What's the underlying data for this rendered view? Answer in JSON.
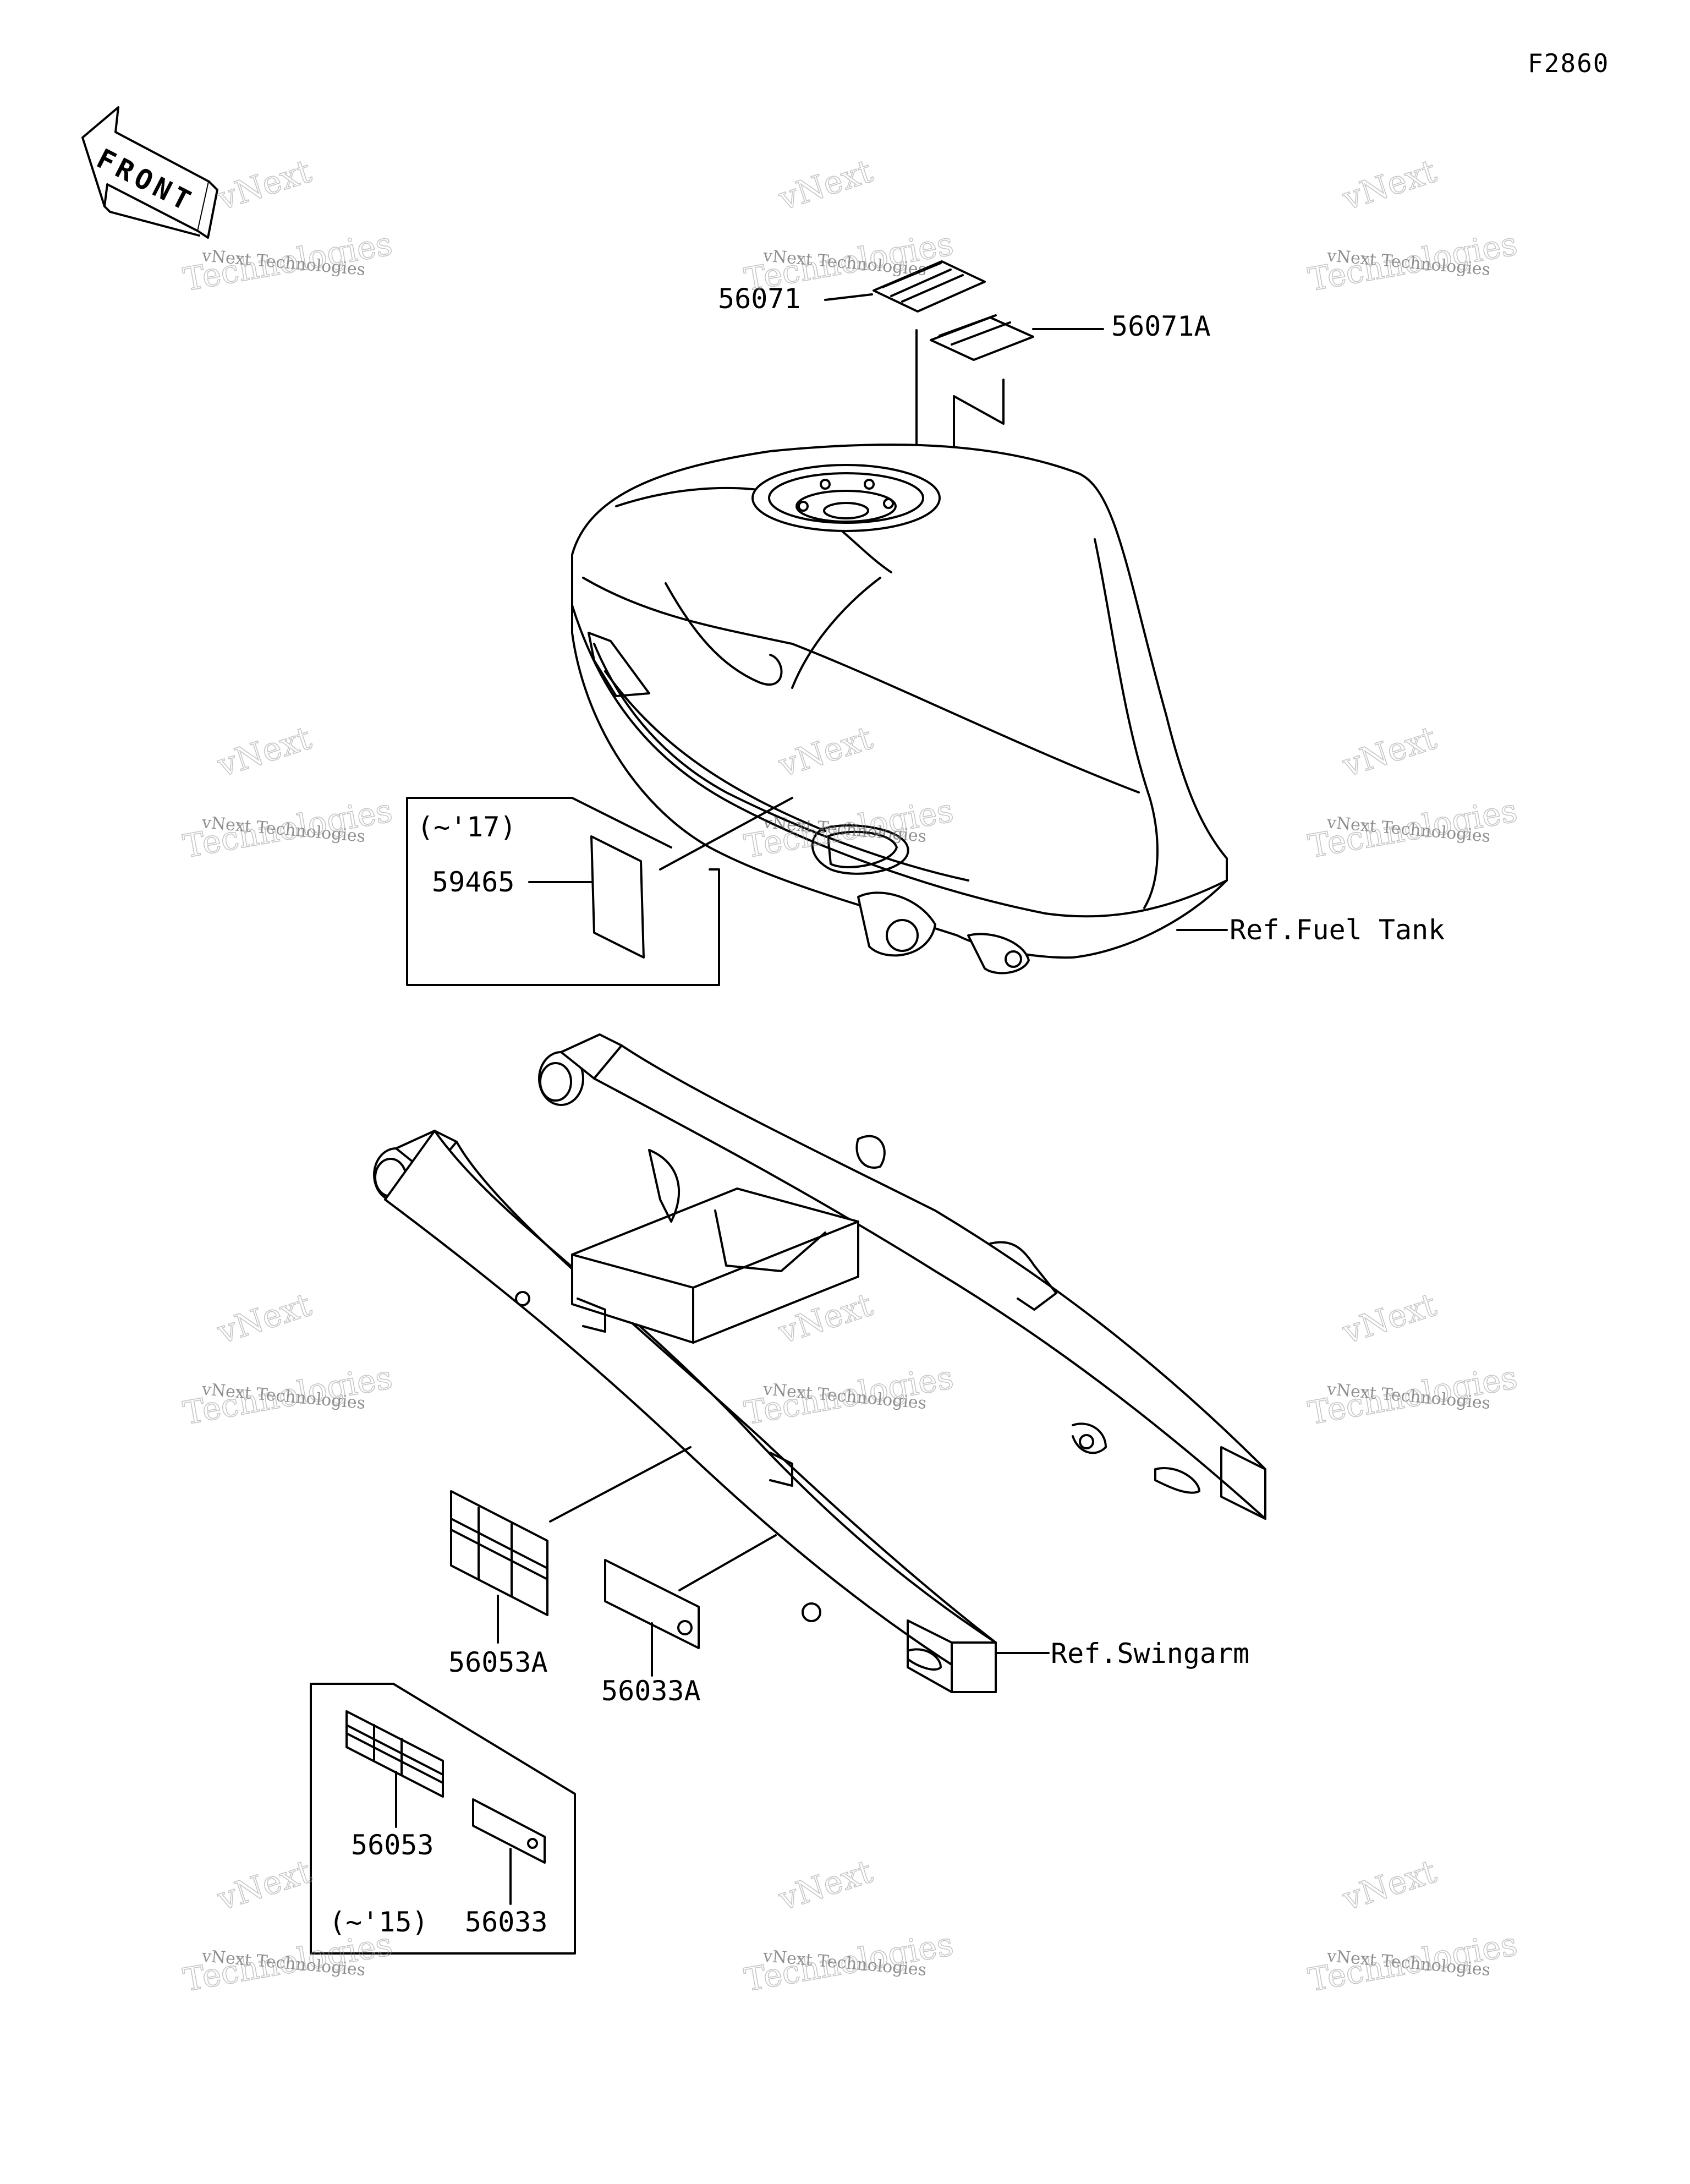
{
  "figure_code": "F2860",
  "front_label": "FRONT",
  "callouts": {
    "p56071": "56071",
    "p56071A": "56071A",
    "p59465": "59465",
    "p56053A": "56053A",
    "p56033A": "56033A",
    "p56053": "56053",
    "p56033": "56033"
  },
  "references": {
    "fuel_tank": "Ref.Fuel Tank",
    "swingarm": "Ref.Swingarm"
  },
  "year_notes": {
    "upto_17": "(~'17)",
    "upto_15": "(~'15)"
  },
  "watermark": {
    "brand": "vNext",
    "line": "vNext Technologies",
    "big": "Technologies"
  },
  "colors": {
    "ink": "#000000",
    "background": "#ffffff"
  }
}
